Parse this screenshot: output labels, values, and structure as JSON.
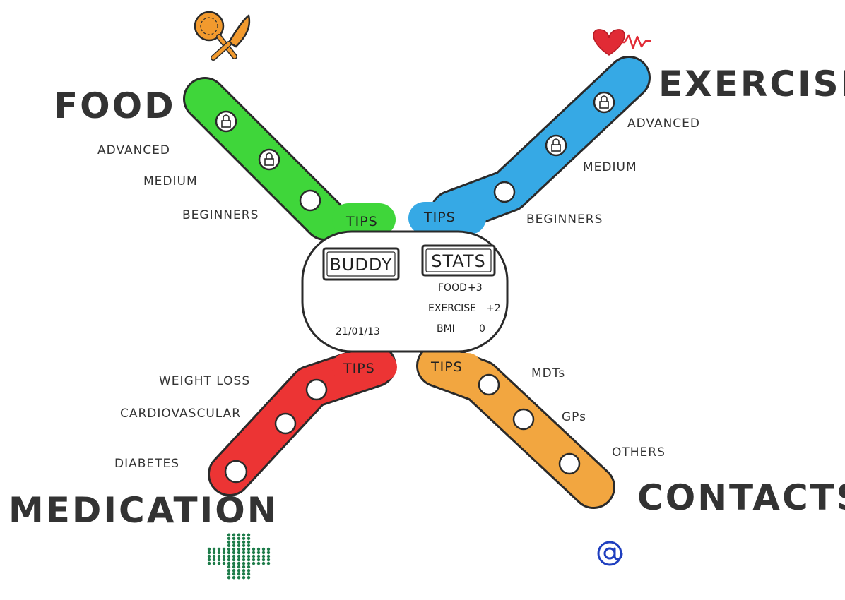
{
  "colors": {
    "food": "#3fd63a",
    "exercise": "#36a9e5",
    "medication": "#ec3434",
    "contacts": "#f2a640",
    "outline": "#2a2a2a",
    "heart": "#e12b35",
    "cross": "#1e7c4a",
    "at": "#1f3fbf"
  },
  "center": {
    "buddy_label": "BUDDY",
    "stats_label": "STATS",
    "stats": [
      {
        "label": "FOOD",
        "value": "+3"
      },
      {
        "label": "EXERCISE",
        "value": "+2"
      },
      {
        "label": "BMI",
        "value": "0"
      }
    ],
    "date": "21/01/13"
  },
  "arms": {
    "food": {
      "title": "FOOD",
      "icon": "fork-knife-icon",
      "tips_label": "TIPS",
      "levels": [
        "ADVANCED",
        "MEDIUM",
        "BEGINNERS"
      ]
    },
    "exercise": {
      "title": "EXERCISE",
      "icon": "heartbeat-icon",
      "tips_label": "TIPS",
      "levels": [
        "ADVANCED",
        "MEDIUM",
        "BEGINNERS"
      ]
    },
    "medication": {
      "title": "MEDICATION",
      "icon": "medical-cross-icon",
      "tips_label": "TIPS",
      "items": [
        "WEIGHT LOSS",
        "CARDIOVASCULAR",
        "DIABETES"
      ]
    },
    "contacts": {
      "title": "CONTACTS",
      "icon": "at-sign-icon",
      "tips_label": "TIPS",
      "items": [
        "MDTs",
        "GPs",
        "OTHERS"
      ]
    }
  }
}
